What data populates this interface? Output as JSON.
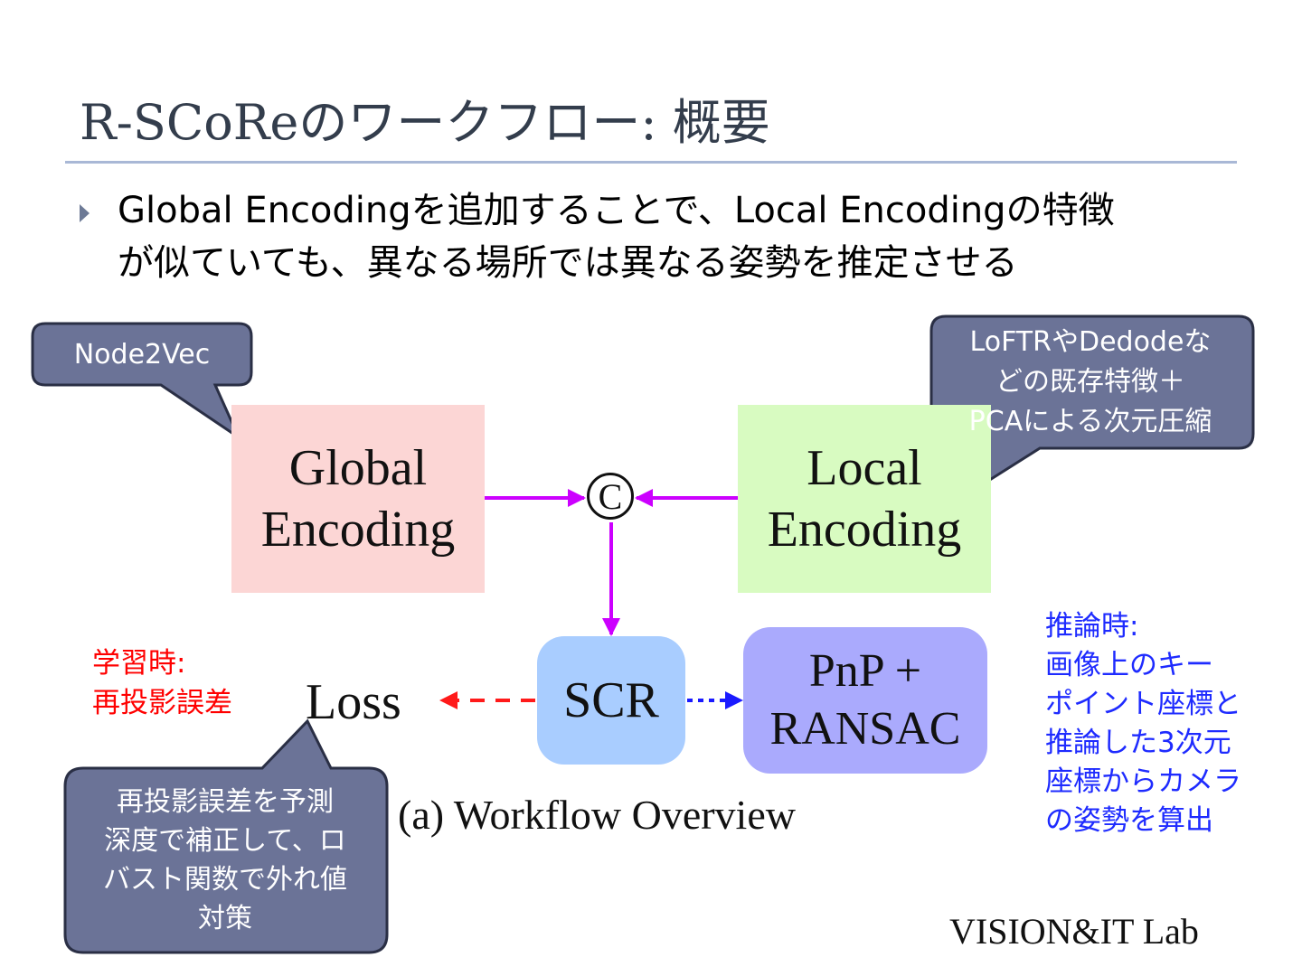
{
  "title": "R-SCoReのワークフロー: 概要",
  "bullet": {
    "line1": "Global Encodingを追加することで、Local Encodingの特徴",
    "line2": "が似ていても、異なる場所では異なる姿勢を推定させる"
  },
  "diagram": {
    "global_encoding": {
      "line1": "Global",
      "line2": "Encoding",
      "color": "#fcd6d5"
    },
    "local_encoding": {
      "line1": "Local",
      "line2": "Encoding",
      "color": "#d8fbc1"
    },
    "concat_symbol": "C",
    "scr": {
      "label": "SCR",
      "color": "#a9cdff"
    },
    "pnp_ransac": {
      "line1": "PnP +",
      "line2": "RANSAC",
      "color": "#aaaafd"
    },
    "loss": {
      "label": "Loss"
    },
    "caption": "(a) Workflow Overview",
    "arrow_colors": {
      "concat": "#cc00ff",
      "loss": "#ff1a1a",
      "pnp": "#1a1aff"
    }
  },
  "callouts": {
    "node2vec": "Node2Vec",
    "loftr": [
      "LoFTRやDedodeな",
      "どの既存特徴＋",
      "PCAによる次元圧縮"
    ],
    "reprojection": [
      "再投影誤差を予測",
      "深度で補正して、ロ",
      "バスト関数で外れ値",
      "対策"
    ],
    "fill_color": "#6b7397"
  },
  "notes": {
    "training": {
      "heading": "学習時:",
      "body": "再投影誤差",
      "color": "#ff0000"
    },
    "inference": {
      "heading": "推論時:",
      "lines": [
        "画像上のキー",
        "ポイント座標と",
        "推論した3次元",
        "座標からカメラ",
        "の姿勢を算出"
      ],
      "color": "#1e2bff"
    }
  },
  "logo": "VISION&IT Lab"
}
